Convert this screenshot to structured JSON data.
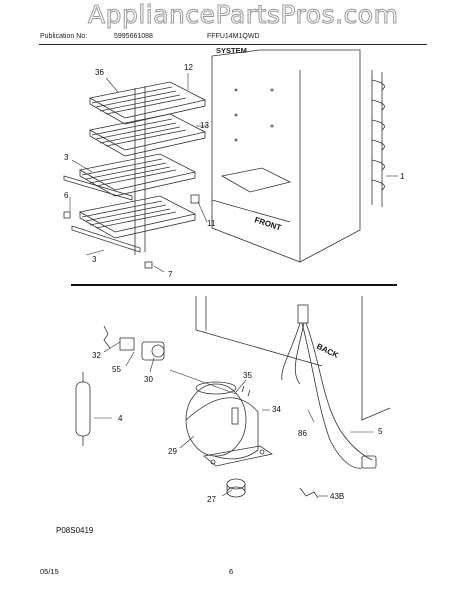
{
  "header": {
    "watermark": "AppliancePartsPros.com",
    "publication_label": "Publication No:",
    "publication_number": "5995661088",
    "model": "FFFU14M1QWD",
    "section_title": "SYSTEM"
  },
  "diagram": {
    "top_callouts": [
      "36",
      "12",
      "13",
      "3",
      "6",
      "11",
      "3",
      "7",
      "1"
    ],
    "bottom_callouts": [
      "32",
      "55",
      "30",
      "4",
      "35",
      "34",
      "29",
      "27",
      "86",
      "5",
      "43B"
    ],
    "labels": {
      "front": "FRONT",
      "back": "BACK"
    },
    "code": "P08S0419"
  },
  "footer": {
    "date": "05/15",
    "page": "6"
  }
}
